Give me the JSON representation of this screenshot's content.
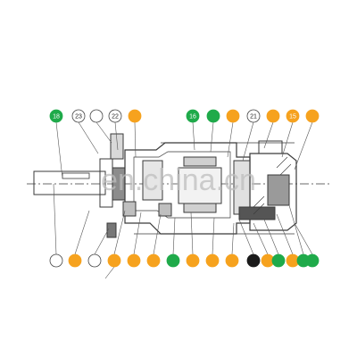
{
  "watermark": "en.china.cn",
  "colors": {
    "orange": "#f6a21e",
    "green": "#1faa4a",
    "black": "#1a1a1a",
    "white": "#ffffff",
    "line": "#3a3a3a"
  },
  "callouts_top": [
    {
      "label": "18",
      "color": "green"
    },
    {
      "label": "23",
      "color": "white"
    },
    {
      "label": "",
      "color": "white"
    },
    {
      "label": "22",
      "color": "white"
    },
    {
      "label": "",
      "color": "orange"
    },
    {
      "label": "16",
      "color": "green"
    },
    {
      "label": "",
      "color": "green"
    },
    {
      "label": "",
      "color": "orange"
    },
    {
      "label": "21",
      "color": "white"
    },
    {
      "label": "",
      "color": "orange"
    },
    {
      "label": "15",
      "color": "orange"
    },
    {
      "label": "",
      "color": "orange"
    }
  ],
  "callouts_bottom": [
    {
      "label": "",
      "color": "white"
    },
    {
      "label": "",
      "color": "orange"
    },
    {
      "label": "",
      "color": "white"
    },
    {
      "label": "",
      "color": "orange"
    },
    {
      "label": "",
      "color": "orange"
    },
    {
      "label": "",
      "color": "orange"
    },
    {
      "label": "",
      "color": "green"
    },
    {
      "label": "",
      "color": "orange"
    },
    {
      "label": "",
      "color": "orange"
    },
    {
      "label": "",
      "color": "orange"
    },
    {
      "label": "",
      "color": "black"
    },
    {
      "label": "",
      "color": "orange"
    },
    {
      "label": "",
      "color": "green"
    },
    {
      "label": "",
      "color": "orange"
    },
    {
      "label": "",
      "color": "green"
    },
    {
      "label": "",
      "color": "green"
    }
  ]
}
